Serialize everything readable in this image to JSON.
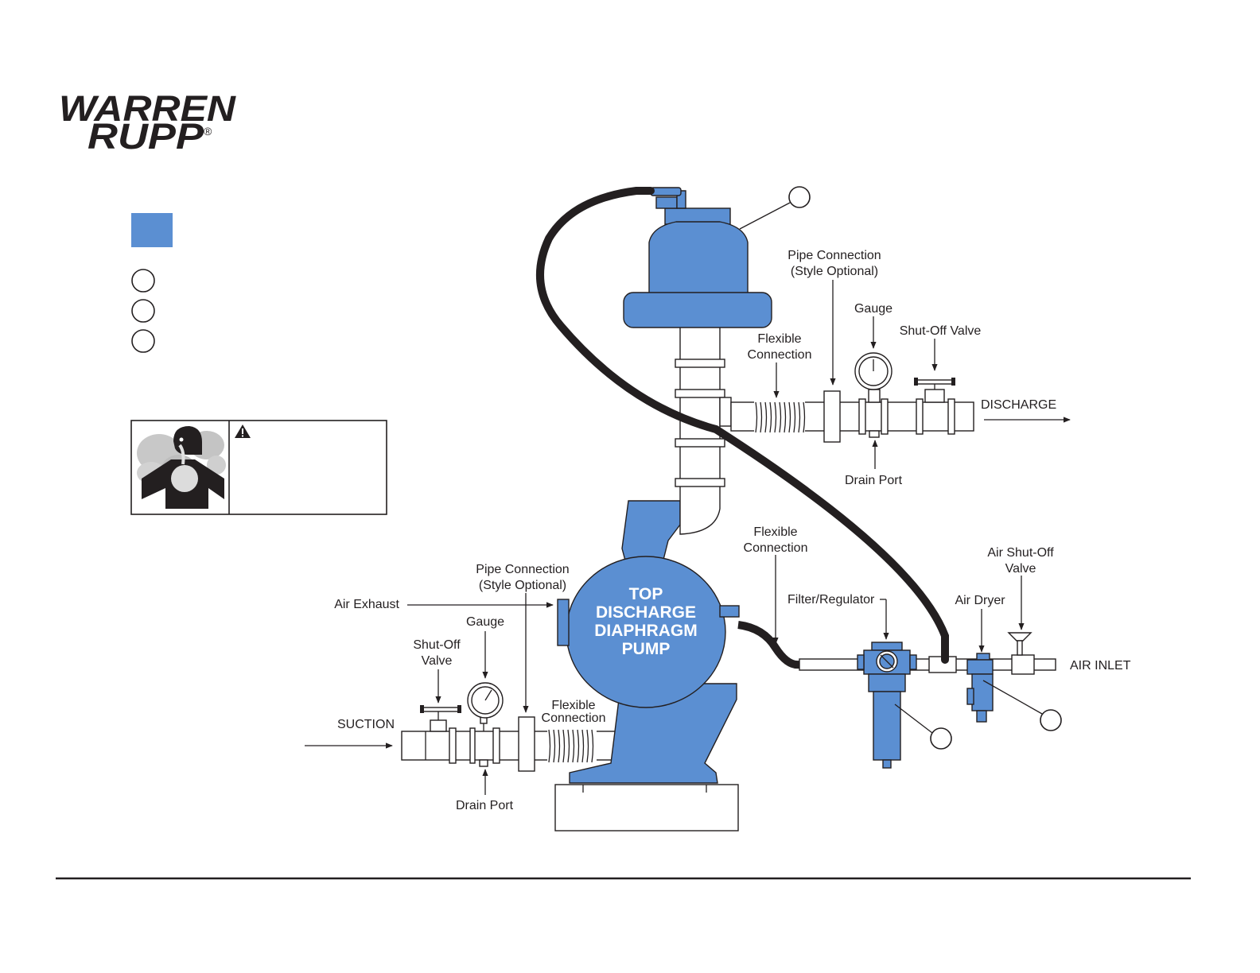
{
  "brand": {
    "line1": "WARREN",
    "line2": "RUPP",
    "mark": "®"
  },
  "colors": {
    "pump_blue": "#5b8fd2",
    "ink": "#231f20",
    "hose": "#231f20"
  },
  "pump_label": [
    "TOP",
    "DISCHARGE",
    "DIAPHRAGM",
    "PUMP"
  ],
  "labels": {
    "pipe_connection_top": [
      "Pipe Connection",
      "(Style Optional)"
    ],
    "gauge_top": "Gauge",
    "shutoff_top": "Shut-Off Valve",
    "flexible_top": [
      "Flexible",
      "Connection"
    ],
    "discharge": "DISCHARGE",
    "drain_top": "Drain Port",
    "flexible_air": [
      "Flexible",
      "Connection"
    ],
    "air_shutoff": [
      "Air Shut-Off",
      "Valve"
    ],
    "filter_regulator": "Filter/Regulator",
    "air_dryer": "Air Dryer",
    "air_inlet": "AIR INLET",
    "pipe_connection_bottom": [
      "Pipe Connection",
      "(Style Optional)"
    ],
    "air_exhaust": "Air Exhaust",
    "gauge_bottom": "Gauge",
    "shutoff_bottom": [
      "Shut-Off",
      "Valve"
    ],
    "flexible_bottom": [
      "Flexible",
      "Connection"
    ],
    "suction": "SUCTION",
    "drain_bottom": "Drain Port"
  },
  "icons": {
    "warning": "warning-triangle-icon",
    "hazard": "inhalation-hazard-icon"
  }
}
